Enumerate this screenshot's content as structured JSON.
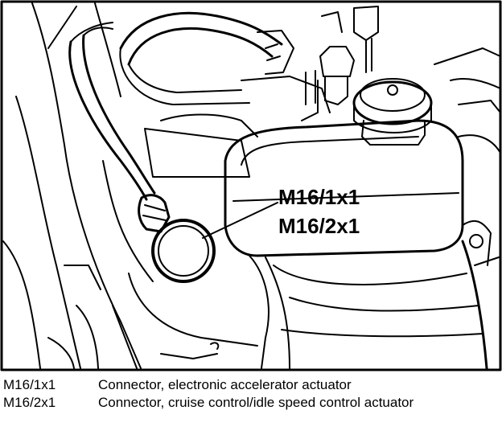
{
  "figure": {
    "callouts": [
      "M16/1x1",
      "M16/2x1"
    ]
  },
  "legend": [
    {
      "code": "M16/1x1",
      "description": "Connector, electronic accelerator actuator"
    },
    {
      "code": "M16/2x1",
      "description": "Connector, cruise control/idle speed control actuator"
    }
  ]
}
